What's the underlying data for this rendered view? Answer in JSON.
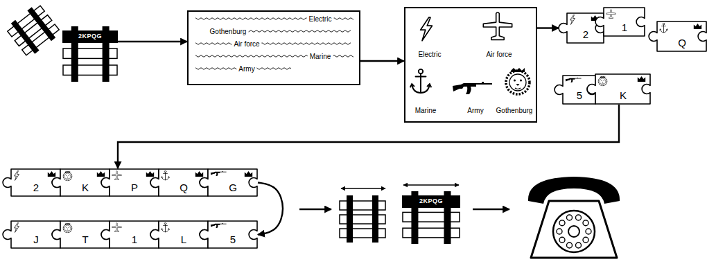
{
  "diagram": {
    "nodes": [
      {
        "text": [
          "2KPQG"
        ]
      },
      {
        "text": [
          "Electric",
          "Gothenburg",
          "Air force",
          "Marine",
          "Army"
        ]
      },
      {
        "text": [
          "Electric",
          "Air force",
          "Marine",
          "Army",
          "Gothenburg"
        ]
      },
      {
        "text": [
          "2"
        ]
      },
      {
        "text": [
          "1"
        ]
      },
      {
        "text": [
          "Q"
        ]
      },
      {
        "text": [
          "5"
        ]
      },
      {
        "text": [
          "K"
        ]
      },
      {
        "text": [
          "2"
        ]
      },
      {
        "text": [
          "K"
        ]
      },
      {
        "text": [
          "P"
        ]
      },
      {
        "text": [
          "Q"
        ]
      },
      {
        "text": [
          "G"
        ]
      },
      {
        "text": [
          "J"
        ]
      },
      {
        "text": [
          "T"
        ]
      },
      {
        "text": [
          "1"
        ]
      },
      {
        "text": [
          "L"
        ]
      },
      {
        "text": [
          "5"
        ]
      },
      {
        "text": [
          "2KPQG"
        ]
      }
    ],
    "edges": [
      {
        "from": 0,
        "to": 1,
        "arrow": "to"
      },
      {
        "from": 1,
        "to": 2,
        "arrow": "to"
      },
      {
        "from": 2,
        "to": 3,
        "arrow": "to"
      },
      {
        "from": 7,
        "to": 10,
        "arrow": "to"
      },
      {
        "from": 12,
        "to": 17,
        "arrow": "to"
      }
    ]
  }
}
